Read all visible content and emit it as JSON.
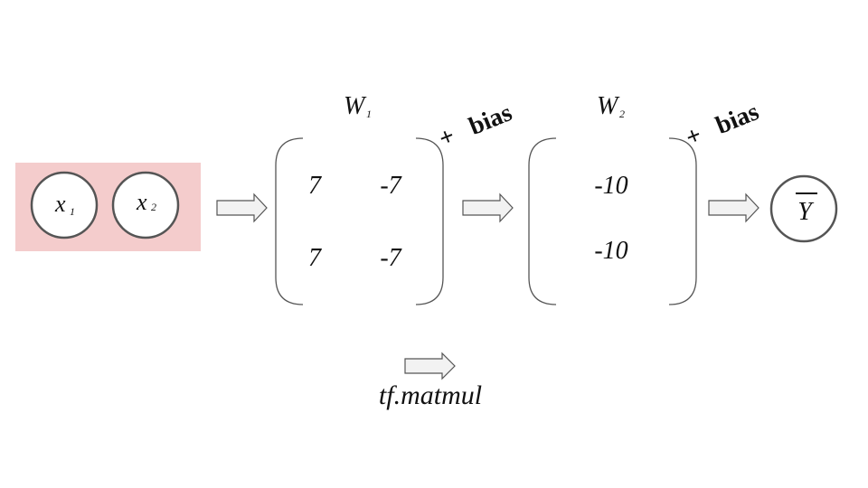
{
  "input": {
    "x1_base": "x",
    "x1_sub": "1",
    "x2_base": "x",
    "x2_sub": "2",
    "highlight_color": "#f4cccc"
  },
  "layer1": {
    "weight_label_base": "W",
    "weight_label_sub": "1",
    "matrix": [
      [
        "7",
        "-7"
      ],
      [
        "7",
        "-7"
      ]
    ],
    "plus": "+",
    "bias": "bias"
  },
  "layer2": {
    "weight_label_base": "W",
    "weight_label_sub": "2",
    "matrix": [
      "-10",
      "-10"
    ],
    "plus": "+",
    "bias": "bias"
  },
  "output": {
    "label": "Y"
  },
  "legend": {
    "label": "tf.matmul"
  },
  "icons": {
    "flow_arrow": "right-block-arrow-icon"
  }
}
